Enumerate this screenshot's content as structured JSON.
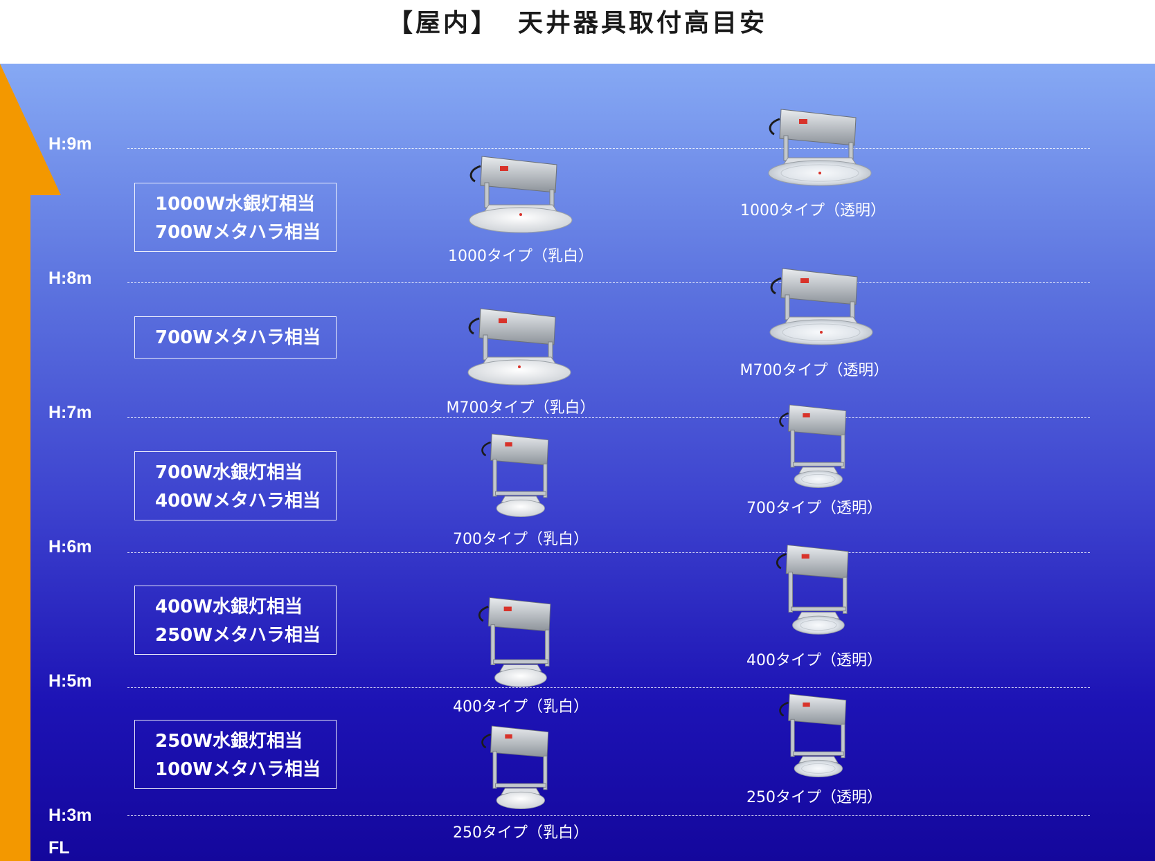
{
  "title": {
    "left": "【屋内】",
    "right": "天井器具取付高目安"
  },
  "height_labels": [
    "H:9m",
    "H:8m",
    "H:7m",
    "H:6m",
    "H:5m",
    "H:3m",
    "FL"
  ],
  "equivalents": [
    {
      "line1": "1000W水銀灯相当",
      "line2": "700Wメタハラ相当"
    },
    {
      "line1": "700Wメタハラ相当"
    },
    {
      "line1": "700W水銀灯相当",
      "line2": "400Wメタハラ相当"
    },
    {
      "line1": "400W水銀灯相当",
      "line2": "250Wメタハラ相当"
    },
    {
      "line1": "250W水銀灯相当",
      "line2": "100Wメタハラ相当"
    }
  ],
  "products": {
    "milky": [
      "1000タイプ（乳白）",
      "M700タイプ（乳白）",
      "700タイプ（乳白）",
      "400タイプ（乳白）",
      "250タイプ（乳白）"
    ],
    "clear": [
      "1000タイプ（透明）",
      "M700タイプ（透明）",
      "700タイプ（透明）",
      "400タイプ（透明）",
      "250タイプ（透明）"
    ]
  },
  "colors": {
    "arrow": "#f39800",
    "top": "#86a9f4",
    "bottom": "#14079c",
    "text": "#ffffff"
  }
}
